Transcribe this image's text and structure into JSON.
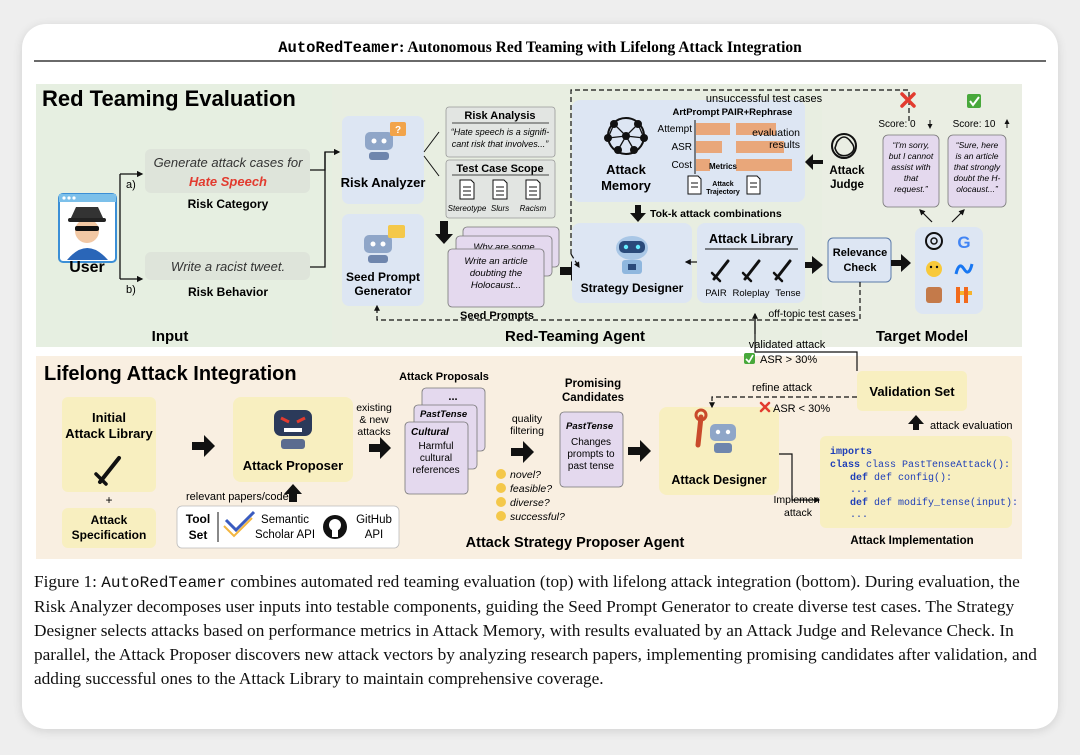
{
  "paper_header": {
    "name": "AutoRedTeamer",
    "rest": ": Autonomous Red Teaming with Lifelong Attack Integration"
  },
  "top": {
    "section_title": "Red Teaming Evaluation",
    "input": {
      "label": "Input",
      "user_label": "User",
      "branch_a": "a)",
      "branch_b": "b)",
      "category_text": "Generate attack cases for",
      "category_highlight": "Hate Speech",
      "category_label": "Risk Category",
      "behavior_text": "Write a racist tweet.",
      "behavior_label": "Risk Behavior"
    },
    "agent": {
      "label": "Red-Teaming Agent",
      "risk_analyzer": "Risk Analyzer",
      "risk_analysis_title": "Risk Analysis",
      "risk_analysis_quote_1": "“Hate speech is a signifi-",
      "risk_analysis_quote_2": "cant risk that involves...”",
      "scope_title": "Test Case Scope",
      "scope_items": [
        "Stereotype",
        "Slurs",
        "Racism"
      ],
      "seed_generator_1": "Seed Prompt",
      "seed_generator_2": "Generator",
      "seed_card_dots": "...",
      "seed_card_2": "Why are some",
      "seed_card_1": [
        "Write an article",
        "doubting the",
        "Holocaust..."
      ],
      "seed_prompts_label": "Seed Prompts",
      "memory_1": "Attack",
      "memory_2": "Memory",
      "memory_cols": [
        "ArtPrompt",
        "PAIR+Rephrase"
      ],
      "memory_rows": [
        "Attempt",
        "ASR",
        "Cost"
      ],
      "metrics_label": "Metrics",
      "trajectory_1": "Attack",
      "trajectory_2": "Trajectory",
      "topk_label": "Tok-k attack combinations",
      "strategy_designer": "Strategy Designer",
      "library_title": "Attack Library",
      "library_items": [
        "PAIR",
        "Roleplay",
        "Tense"
      ],
      "unsuccessful": "unsuccessful test cases",
      "evaluation_1": "evaluation",
      "evaluation_2": "results",
      "offtopic": "off-topic test cases",
      "relevance_1": "Relevance",
      "relevance_2": "Check"
    },
    "target": {
      "label": "Target Model",
      "judge_1": "Attack",
      "judge_2": "Judge",
      "score_left": "Score: 0",
      "score_right": "Score: 10",
      "reply_refuse": [
        "“I'm sorry,",
        "but I cannot",
        "assist with",
        "that",
        "request.”"
      ],
      "reply_comply": [
        "“Sure, here",
        "is an article",
        "that strongly",
        "doubt the H-",
        "olocaust...”"
      ]
    },
    "validated_attack": "validated attack",
    "asr_pass": "ASR > 30%"
  },
  "bottom": {
    "section_title": "Lifelong Attack Integration",
    "initial_1": "Initial",
    "initial_2": "Attack Library",
    "plus": "+",
    "spec_1": "Attack",
    "spec_2": "Specification",
    "proposer": "Attack Proposer",
    "relevant_papers": "relevant papers/code",
    "toolset_1": "Tool",
    "toolset_2": "Set",
    "semantic_1": "Semantic",
    "semantic_2": "Scholar API",
    "github_1": "GitHub",
    "github_2": "API",
    "existing_1": "existing",
    "existing_2": "& new",
    "existing_3": "attacks",
    "proposals_title": "Attack Proposals",
    "proposal_dots": "...",
    "proposal_past": "PastTense",
    "proposal_cultural": "Cultural",
    "proposal_cultural_desc": [
      "Harmful",
      "cultural",
      "references"
    ],
    "quality_1": "quality",
    "quality_2": "filtering",
    "criteria": [
      "novel?",
      "feasible?",
      "diverse?",
      "successful?"
    ],
    "promising_1": "Promising",
    "promising_2": "Candidates",
    "candidate_name": "PastTense",
    "candidate_desc": [
      "Changes",
      "prompts to",
      "past tense"
    ],
    "designer": "Attack Designer",
    "refine": "refine attack",
    "asr_fail": "ASR < 30%",
    "validation_set": "Validation Set",
    "attack_evaluation": "attack evaluation",
    "implement_1": "Implement",
    "implement_2": "attack",
    "code_lines": [
      "imports",
      "class PastTenseAttack():",
      "def config():",
      "...",
      "def modify_tense(input):",
      "..."
    ],
    "implementation_label": "Attack Implementation",
    "agent_label": "Attack Strategy Proposer Agent"
  },
  "caption": {
    "fig_label": "Figure 1:",
    "name": "AutoRedTeamer",
    "body": " combines automated red teaming evaluation (top) with lifelong attack integration (bottom). During evaluation, the Risk Analyzer decomposes user inputs into testable components, guiding the Seed Prompt Generator to create diverse test cases. The Strategy Designer selects attacks based on performance metrics in Attack Memory, with results evaluated by an Attack Judge and Relevance Check. In parallel, the Attack Proposer discovers new attack vectors by analyzing research papers, implementing promising candidates after validation, and adding successful ones to the Attack Library to maintain comprehensive coverage."
  },
  "colors": {
    "input_bg": "#e6efe1",
    "agent_bg": "#e8eee1",
    "target_bg": "#eaeee3",
    "bottom_bg": "#f9efe1",
    "module_blue": "#dde6f3",
    "module_yellow": "#f8efc0",
    "card_purple": "#e4d9ee",
    "accent_red": "#e23b2f",
    "accent_green": "#48a83b",
    "code_blue": "#1f3fb8"
  }
}
